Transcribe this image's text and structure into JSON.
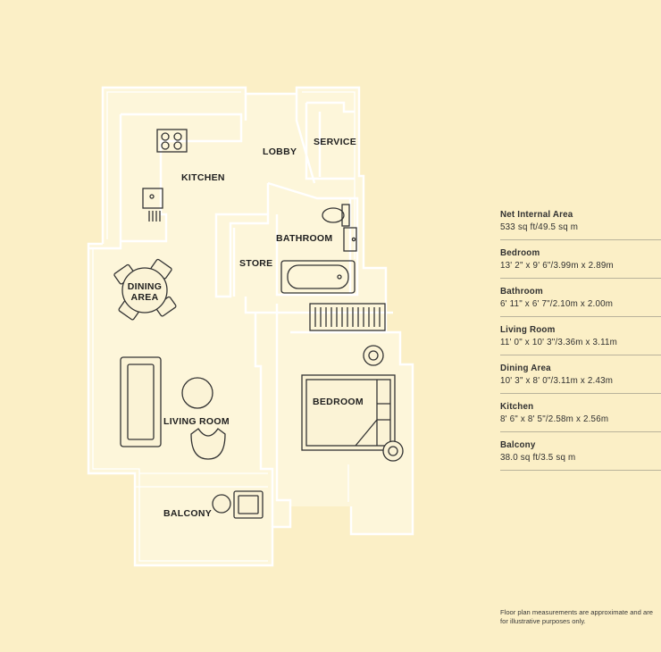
{
  "rooms": {
    "kitchen": "KITCHEN",
    "lobby": "LOBBY",
    "service": "SERVICE",
    "bathroom": "BATHROOM",
    "store": "STORE",
    "dining_line1": "DINING",
    "dining_line2": "AREA",
    "living_room": "LIVING ROOM",
    "bedroom": "BEDROOM",
    "balcony": "BALCONY"
  },
  "legend": [
    {
      "title": "Net Internal Area",
      "value": "533 sq ft/49.5 sq m"
    },
    {
      "title": "Bedroom",
      "value": "13' 2\" x 9' 6\"/3.99m x 2.89m"
    },
    {
      "title": "Bathroom",
      "value": "6' 11\" x 6' 7\"/2.10m x 2.00m"
    },
    {
      "title": "Living Room",
      "value": "11' 0\" x 10' 3\"/3.36m x 3.11m"
    },
    {
      "title": "Dining Area",
      "value": "10' 3\" x 8' 0\"/3.11m x 2.43m"
    },
    {
      "title": "Kitchen",
      "value": "8' 6\" x 8' 5\"/2.58m x 2.56m"
    },
    {
      "title": "Balcony",
      "value": "38.0 sq ft/3.5 sq m"
    }
  ],
  "disclaimer": "Floor plan measurements are approximate and are for illustrative purposes only.",
  "colors": {
    "background": "#fbefc6",
    "floor": "#fdf6da",
    "walls": "#ffffff",
    "furniture": "#333333"
  }
}
